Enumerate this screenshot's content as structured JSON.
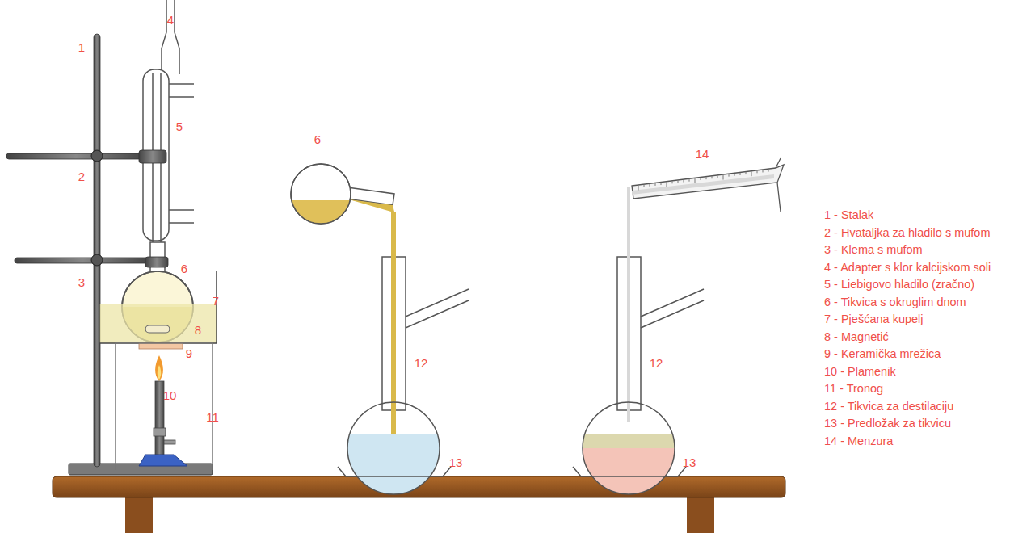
{
  "diagram": {
    "labels": [
      "1",
      "4",
      "5",
      "2",
      "6",
      "3",
      "7",
      "8",
      "9",
      "10",
      "11",
      "6",
      "12",
      "13",
      "12",
      "13",
      "14",
      "1 - Stalak",
      "2 - Hvataljka za hladilo s mufom",
      "3 - Klema s mufom",
      "4 - Adapter s klor kalcijskom soli",
      "5 - Liebigovo hladilo (zračno)",
      "6 - Tikvica s okruglim dnom",
      "7 - Pješćana kupelj",
      "8 - Magnetić",
      "9 - Keramička mrežica",
      "10 - Plamenik",
      "11 - Tronog",
      "12 - Tikvica za destilaciju",
      "13 - Predložak za tikvicu",
      "14 - Menzura"
    ]
  }
}
